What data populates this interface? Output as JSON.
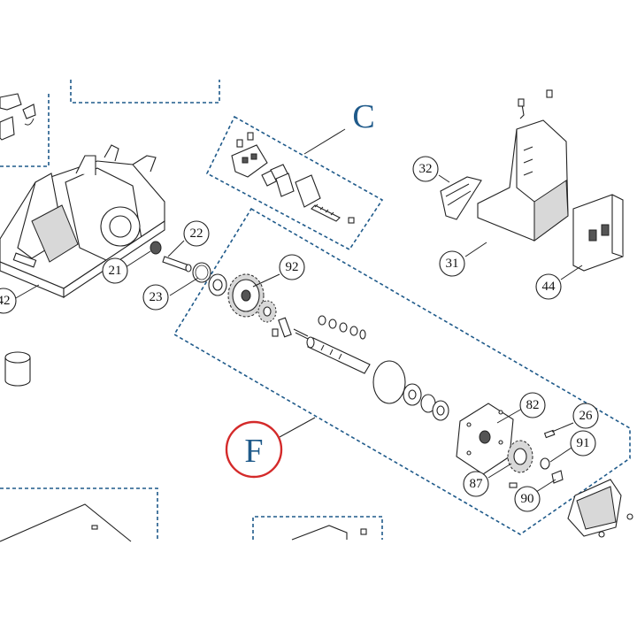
{
  "groups": {
    "c": {
      "letter": "C",
      "color": "#1f5a8a"
    },
    "f": {
      "letter": "F",
      "color": "#1f5a8a",
      "highlight_color": "#d42a2a"
    }
  },
  "callouts": {
    "p22": "22",
    "p21": "21",
    "p23": "23",
    "p42": "42",
    "p92": "92",
    "p32": "32",
    "p31": "31",
    "p44": "44",
    "p82": "82",
    "p26": "26",
    "p91": "91",
    "p87": "87",
    "p90": "90"
  }
}
